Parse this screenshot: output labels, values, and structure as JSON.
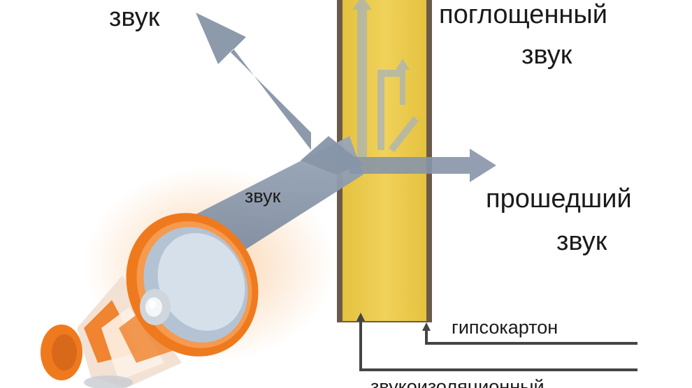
{
  "labels": {
    "reflected": "звук",
    "absorbed_line1": "поглощенный",
    "absorbed_line2": "звук",
    "incident": "звук",
    "transmitted_line1": "прошедший",
    "transmitted_line2": "звук",
    "drywall": "гипсокартон",
    "insulation_partial": "звукоизоляционный"
  },
  "colors": {
    "arrow": "#8795a8",
    "insulation": "#e9c848",
    "board": "#6b5a4a",
    "leader": "#444444",
    "horn_orange": "#ef7a1e",
    "text": "#1a1a1a"
  },
  "icons": [
    "megaphone-icon"
  ]
}
